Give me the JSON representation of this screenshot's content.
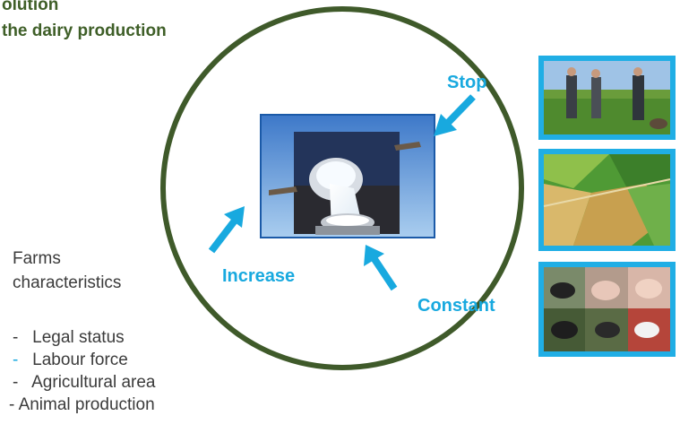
{
  "title": {
    "line1": "olution",
    "line2": "the dairy production"
  },
  "flows": {
    "stop": "Stop",
    "increase": "Increase",
    "constant": "Constant"
  },
  "characteristics": {
    "heading_line1": "Farms",
    "heading_line2": "characteristics",
    "items": [
      {
        "dash": "-",
        "label": "Legal status"
      },
      {
        "dash": "-",
        "label": "Labour force"
      },
      {
        "dash": "-",
        "label": "Agricultural area"
      },
      {
        "dash": "-",
        "label": "Animal production"
      }
    ]
  },
  "colors": {
    "circle": "#3f5a2a",
    "accent": "#18a9df",
    "title": "#3f5f28"
  },
  "images": {
    "center": "milk-pouring-photo",
    "right_top": "farmers-in-field-photo",
    "right_middle": "aerial-farmland-photo",
    "right_bottom": "livestock-collage-photo"
  }
}
